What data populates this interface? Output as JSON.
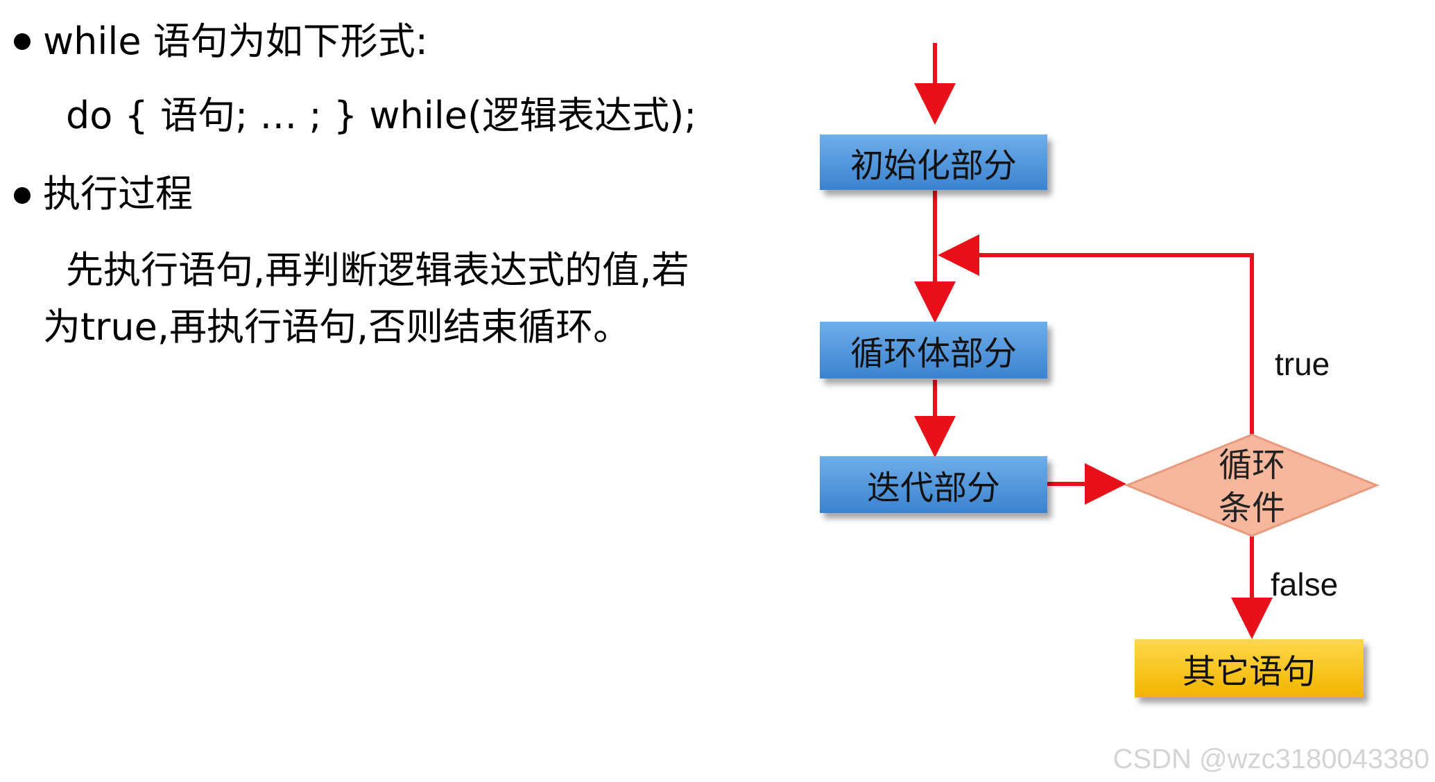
{
  "text": {
    "bullet1": "while 语句为如下形式:",
    "syntax": "do { 语句; … ; } while(逻辑表达式);",
    "bullet2": "执行过程",
    "desc_line1": "先执行语句,再判断逻辑表达式的值,若",
    "desc_line2": "为true,再执行语句,否则结束循环。"
  },
  "diagram": {
    "nodes": {
      "init": "初始化部分",
      "body": "循环体部分",
      "iter": "迭代部分",
      "cond_line1": "循环",
      "cond_line2": "条件",
      "other": "其它语句"
    },
    "edges": {
      "true_label": "true",
      "false_label": "false"
    },
    "colors": {
      "arrow": "#e8101a",
      "blue_box": "#4a90d9",
      "diamond_fill": "#f7b79c",
      "yellow_box": "#f7c31a"
    }
  },
  "watermark": "CSDN @wzc3180043380"
}
